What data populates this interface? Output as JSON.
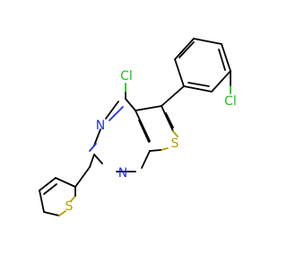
{
  "colors": {
    "bond": "#000000",
    "nitrogen": "#2233dd",
    "sulfur": "#b5a000",
    "chlorine": "#1ec21e"
  },
  "atoms": {
    "cl_pyrimidine": "Cl",
    "cl_phenyl": "Cl",
    "n_top": "N",
    "n_bottom": "N",
    "s_thienopyrimidine": "S",
    "s_thiophene": "S"
  }
}
